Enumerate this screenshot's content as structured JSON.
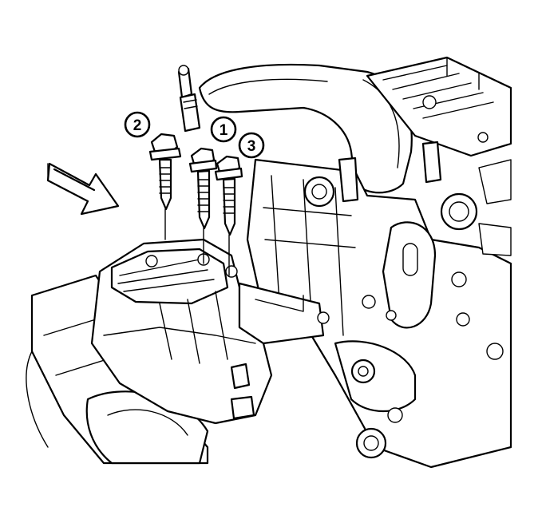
{
  "callouts": [
    {
      "label": "1"
    },
    {
      "label": "2"
    },
    {
      "label": "3"
    }
  ],
  "icons": {
    "direction_arrow": "direction-arrow-icon"
  }
}
